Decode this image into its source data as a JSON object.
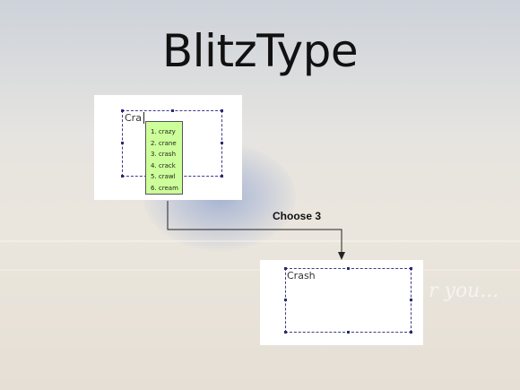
{
  "title": "BlitzType",
  "before": {
    "typed_text": "Cra",
    "suggestions": [
      "1. crazy",
      "2. crane",
      "3. crash",
      "4. crack",
      "5. crawl",
      "6. cream"
    ]
  },
  "instruction": "Choose 3",
  "after": {
    "typed_text": "Crash"
  },
  "watermark": "r you...",
  "colors": {
    "suggestion_bg": "#ccff99",
    "dashed_border": "#3b3b8a",
    "arrow": "#222222"
  }
}
